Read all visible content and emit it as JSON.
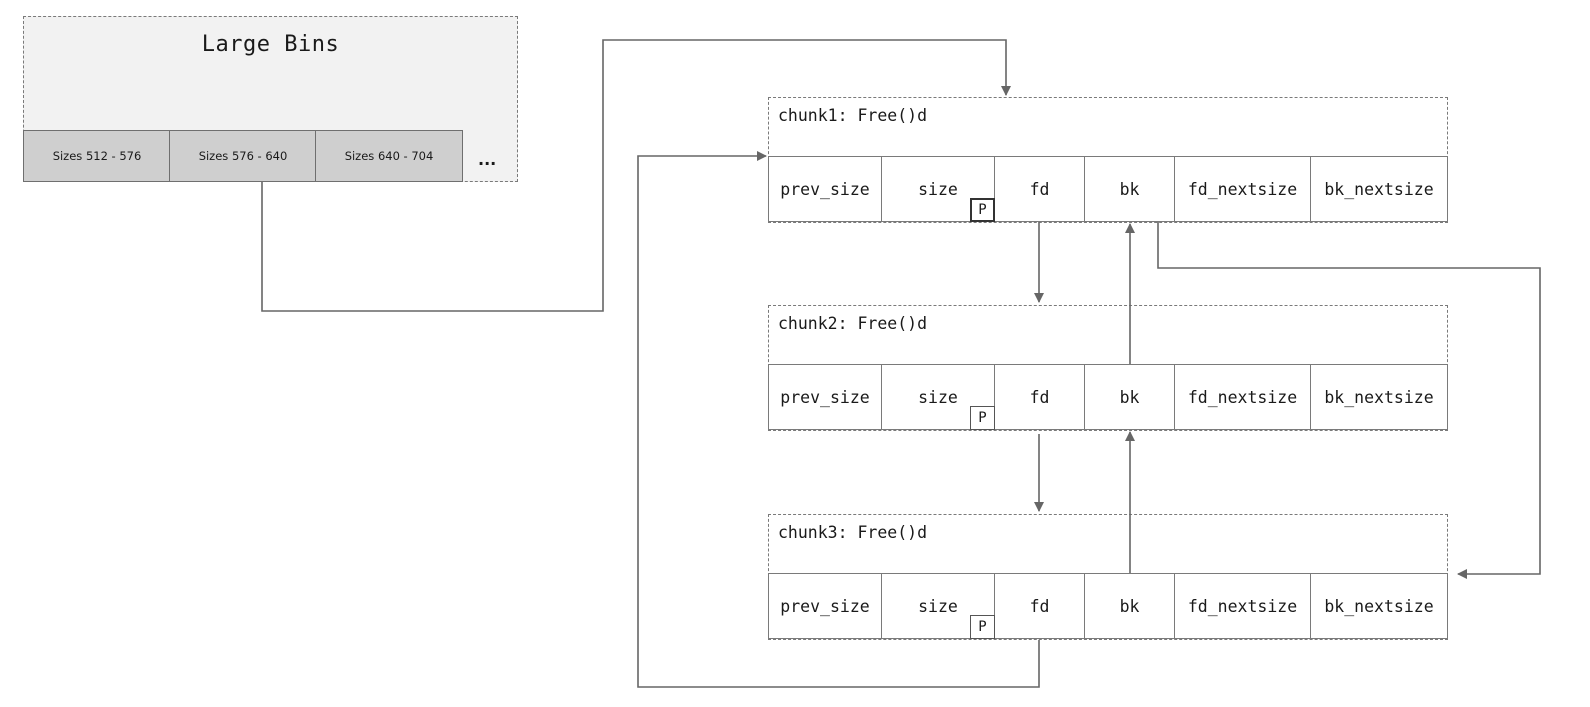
{
  "large_bins": {
    "title": "Large Bins",
    "bins": [
      {
        "label": "Sizes 512 - 576"
      },
      {
        "label": "Sizes 576 - 640"
      },
      {
        "label": "Sizes 640 - 704"
      }
    ],
    "more": "..."
  },
  "chunks": [
    {
      "label": "chunk1: Free()d",
      "fields": [
        "prev_size",
        "size",
        "fd",
        "bk",
        "fd_nextsize",
        "bk_nextsize"
      ],
      "p_bit": "P"
    },
    {
      "label": "chunk2: Free()d",
      "fields": [
        "prev_size",
        "size",
        "fd",
        "bk",
        "fd_nextsize",
        "bk_nextsize"
      ],
      "p_bit": "P"
    },
    {
      "label": "chunk3: Free()d",
      "fields": [
        "prev_size",
        "size",
        "fd",
        "bk",
        "fd_nextsize",
        "bk_nextsize"
      ],
      "p_bit": "P"
    }
  ],
  "colors": {
    "panel_fill": "#f2f2f2",
    "bin_fill": "#cfcfcf",
    "line": "#666666"
  }
}
